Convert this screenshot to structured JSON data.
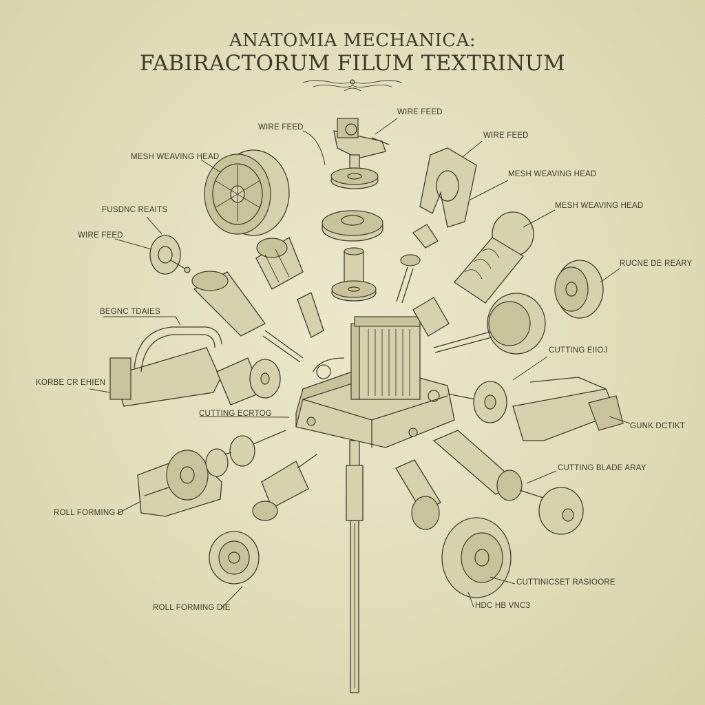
{
  "title": {
    "line1": "ANATOMIA MECHANICA:",
    "line2": "FABIRACTORUM FILUM TEXTRINUM"
  },
  "labels": [
    {
      "id": "wire-feed-top-right",
      "text": "WIRE FEED"
    },
    {
      "id": "wire-feed-top-left",
      "text": "WIRE FEED"
    },
    {
      "id": "wire-feed-right",
      "text": "WIRE FEED"
    },
    {
      "id": "mesh-weaving-head-left",
      "text": "MESH WEAVING HEAD"
    },
    {
      "id": "mesh-weaving-head-right-1",
      "text": "MESH WEAVING HEAD"
    },
    {
      "id": "mesh-weaving-head-right-2",
      "text": "MESH WEAVING HEAD"
    },
    {
      "id": "fusdnc-reaits",
      "text": "FUSDNC REAITS"
    },
    {
      "id": "wire-feed-left",
      "text": "WIRE FEED"
    },
    {
      "id": "rucnede-reary",
      "text": "RUCNE DE  REARY"
    },
    {
      "id": "begnc-tdaies",
      "text": "BEGNC TDAIES"
    },
    {
      "id": "cutting-eiioj",
      "text": "CUTTING EIIOJ"
    },
    {
      "id": "korbe-cr-ehien",
      "text": "KORBE CR EHIEN"
    },
    {
      "id": "cutting-ecrtog",
      "text": "CUTTING ECRTOG"
    },
    {
      "id": "gunk-dctikt",
      "text": "GUNK DCTIKT"
    },
    {
      "id": "cutting-blade-array",
      "text": "CUTTING BLADE ARAY"
    },
    {
      "id": "roll-forming-d",
      "text": "ROLL FORMING D"
    },
    {
      "id": "cutinicset-rasioore",
      "text": "CUTTINICSET RASIOORE"
    },
    {
      "id": "hdchb-vnc3",
      "text": "HDC HB VNC3"
    },
    {
      "id": "roll-forming-die",
      "text": "ROLL FORMING DIE"
    }
  ]
}
